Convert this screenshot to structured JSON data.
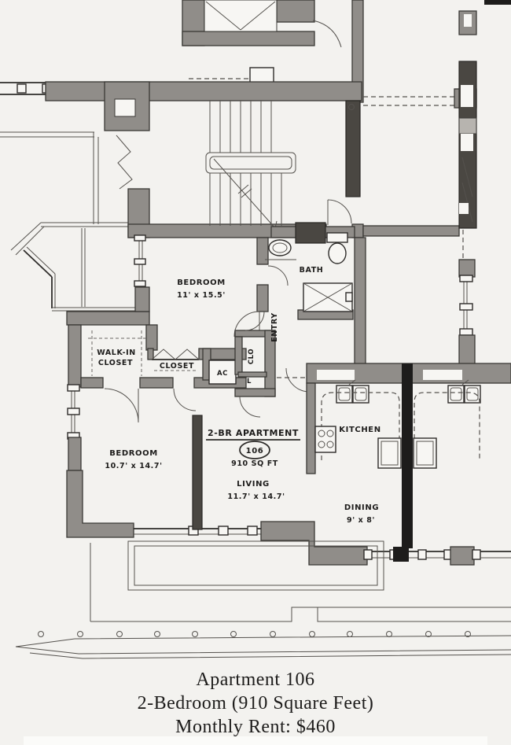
{
  "caption": {
    "line1": "Apartment 106",
    "line2": "2-Bedroom (910 Square Feet)",
    "line3": "Monthly Rent: $460"
  },
  "unit": {
    "name": "2-BR APARTMENT",
    "number": "106",
    "area": "910 SQ FT"
  },
  "rooms": {
    "bedroom1": {
      "name": "BEDROOM",
      "dims": "11' x 15.5'"
    },
    "bedroom2": {
      "name": "BEDROOM",
      "dims": "10.7' x 14.7'"
    },
    "living": {
      "name": "LIVING",
      "dims": "11.7' x 14.7'"
    },
    "dining": {
      "name": "DINING",
      "dims": "9' x 8'"
    },
    "kitchen": {
      "name": "KITCHEN"
    },
    "bath": {
      "name": "BATH"
    },
    "entry": {
      "name": "ENTRY"
    },
    "walkin": {
      "line1": "WALK-IN",
      "line2": "CLOSET"
    },
    "closet": {
      "name": "CLOSET"
    },
    "ac": {
      "name": "AC"
    },
    "clo": {
      "name": "CLO"
    },
    "linen": {
      "name": "L"
    }
  },
  "colors": {
    "paper": "#f3f2ef",
    "wall_fill": "#908d89",
    "wall_dark": "#3a3835",
    "ink": "#1d1c1b",
    "line": "#55524e"
  }
}
